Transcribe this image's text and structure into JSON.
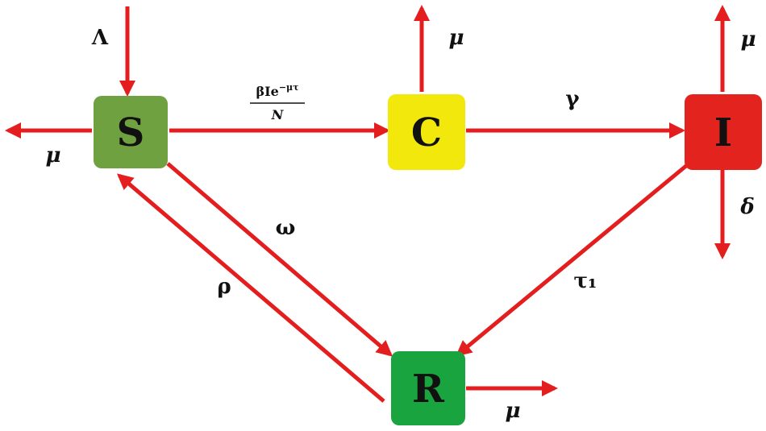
{
  "nodes": {
    "S": {
      "label": "S",
      "color": "#70A140"
    },
    "C": {
      "label": "C",
      "color": "#F2E80C"
    },
    "I": {
      "label": "I",
      "color": "#E2231E"
    },
    "R": {
      "label": "R",
      "color": "#19A43F"
    }
  },
  "rates": {
    "recruitment": "Λ",
    "death_S": "μ",
    "death_C": "μ",
    "death_I": "μ",
    "death_R": "μ",
    "disease_death": "δ",
    "infection_numerator": "βIe",
    "infection_exponent": "−μτ",
    "infection_denominator": "N",
    "progression": "γ",
    "vaccination": "ω",
    "waning": "ρ",
    "recovery": "τ₁"
  },
  "colors": {
    "arrow": "#E41E1E"
  }
}
